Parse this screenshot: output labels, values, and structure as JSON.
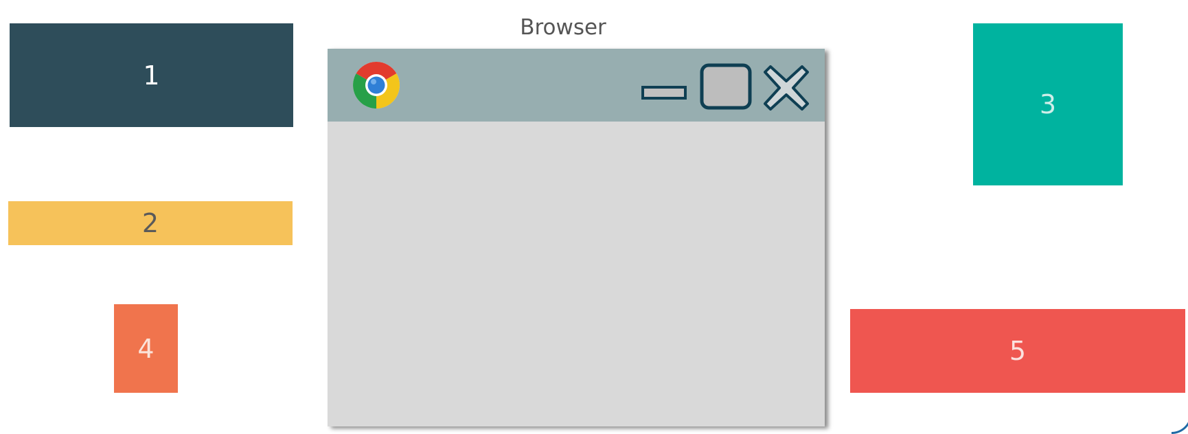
{
  "diagram": {
    "browser_caption": "Browser",
    "boxes": [
      {
        "id": "1",
        "label": "1",
        "color": "#2e4d5a"
      },
      {
        "id": "2",
        "label": "2",
        "color": "#f6c25a"
      },
      {
        "id": "3",
        "label": "3",
        "color": "#00b39f"
      },
      {
        "id": "4",
        "label": "4",
        "color": "#f0744d"
      },
      {
        "id": "5",
        "label": "5",
        "color": "#ef5650"
      }
    ],
    "browser_window": {
      "titlebar_color": "#97aeb0",
      "content_color": "#d9d9d9",
      "icons": [
        "chrome-icon",
        "minimize-icon",
        "maximize-icon",
        "close-icon"
      ]
    }
  }
}
